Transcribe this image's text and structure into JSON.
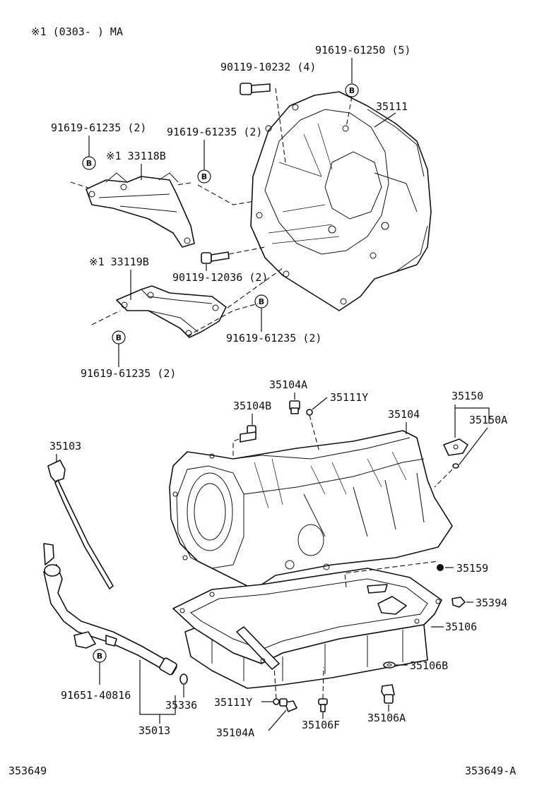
{
  "header": {
    "note": "※1 (0303- ) MA"
  },
  "labels": {
    "p91619_61250_5": "91619-61250 (5)",
    "p90119_10232_4": "90119-10232 (4)",
    "p35111": "35111",
    "p91619_61235_left_top": "91619-61235 (2)",
    "p91619_61235_mid_top": "91619-61235 (2)",
    "p33118B": "※1 33118B",
    "p33119B": "※1 33119B",
    "p90119_12036_2": "90119-12036 (2)",
    "p91619_61235_right_bottom": "91619-61235 (2)",
    "p91619_61235_left_bottom": "91619-61235 (2)",
    "p35104A_top": "35104A",
    "p35111Y_top": "35111Y",
    "p35104B": "35104B",
    "p35150": "35150",
    "p35104": "35104",
    "p35150A": "35150A",
    "p35103": "35103",
    "p35159": "35159",
    "p35394": "35394",
    "p35106": "35106",
    "p35106B": "35106B",
    "p91651_40816": "91651-40816",
    "p35336": "35336",
    "p35111Y_bottom": "35111Y",
    "p35106A": "35106A",
    "p35013": "35013",
    "p35104A_bottom": "35104A",
    "p35106F": "35106F"
  },
  "marker_letter": "B",
  "footer": {
    "left_code": "353649",
    "right_code": "353649-A"
  }
}
